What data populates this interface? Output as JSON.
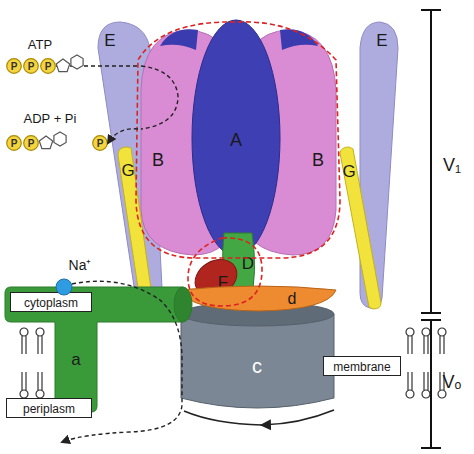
{
  "diagram": {
    "nodes": [
      {
        "text": [
          "E"
        ]
      },
      {
        "text": [
          "E"
        ]
      },
      {
        "text": [
          "P"
        ]
      },
      {
        "text": [
          "P"
        ]
      },
      {
        "text": [
          "P"
        ]
      },
      {
        "text": [
          "B"
        ]
      },
      {
        "text": [
          "A"
        ]
      },
      {
        "text": [
          "B"
        ]
      },
      {
        "text": [
          "P"
        ]
      },
      {
        "text": [
          "P"
        ]
      },
      {
        "text": [
          "P"
        ]
      },
      {
        "text": [
          "G"
        ]
      },
      {
        "text": [
          "G"
        ]
      },
      {
        "text": [
          "Na⁺"
        ]
      },
      {
        "text": [
          "F"
        ]
      },
      {
        "text": [
          "D"
        ]
      },
      {
        "text": [
          "d"
        ]
      },
      {
        "text": [
          "a"
        ]
      },
      {
        "text": [
          "cytoplasm"
        ],
        "in": 17
      },
      {
        "text": [
          "c"
        ]
      },
      {
        "text": [
          "membrane"
        ]
      },
      {
        "text": [
          "periplasm"
        ]
      }
    ],
    "edges": [
      {
        "from": 4,
        "to": 5,
        "arrow": "none"
      },
      {
        "from": 5,
        "to": 10,
        "arrow": "to"
      }
    ],
    "labels": [
      "ATP",
      "ADP + Pi",
      "V₁",
      "Vₒ"
    ]
  }
}
